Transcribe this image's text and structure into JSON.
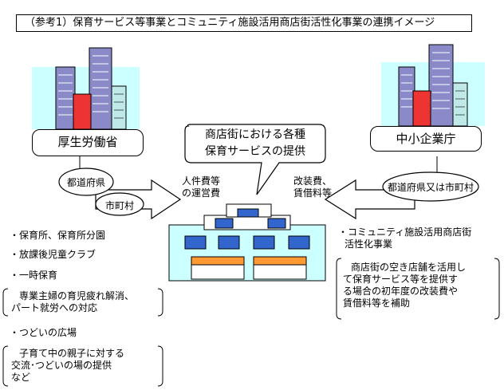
{
  "title": "（参考1）保育サービス等事業とコミュニティ施設活用商店街活性化事業の連携イメージ",
  "left_ministry": "厚生労働省",
  "right_ministry": "中小企業庁",
  "speech_bubble": [
    "商店街における各種",
    "保育サービスの提供"
  ],
  "left_flow": {
    "prefecture": "都道府県",
    "municipality": "市町村",
    "funding": [
      "人件費等",
      "の運営費"
    ]
  },
  "right_flow": {
    "prefecture_or_municipality": "都道府県又は市町村",
    "funding": [
      "改装費、",
      "賃借料等"
    ]
  },
  "left_list": {
    "item1": "・保育所、保育所分園",
    "item2": "・放課後児童クラブ",
    "item3": "・一時保育",
    "item3_detail": [
      "専業主婦の育児疲れ解消、",
      "パート就労への対応"
    ],
    "item4": "・つどいの広場",
    "item4_detail": [
      "子育て中の親子に対する",
      "交流･つどいの場の提供",
      "など"
    ]
  },
  "right_list": {
    "heading": [
      "・コミュニティ施設活用商店街",
      "活性化事業"
    ],
    "detail": [
      "商店街の空き店舗を活用し",
      "て保育サービス等を提供す",
      "る場合の初年度の改装費や",
      "賃借料等を補助"
    ]
  },
  "colors": {
    "sky": "#ccffff",
    "tower_blue": "#7777cc",
    "tower_red": "#ee3333",
    "window_blue": "#3366cc",
    "awning": "#ff9933"
  }
}
